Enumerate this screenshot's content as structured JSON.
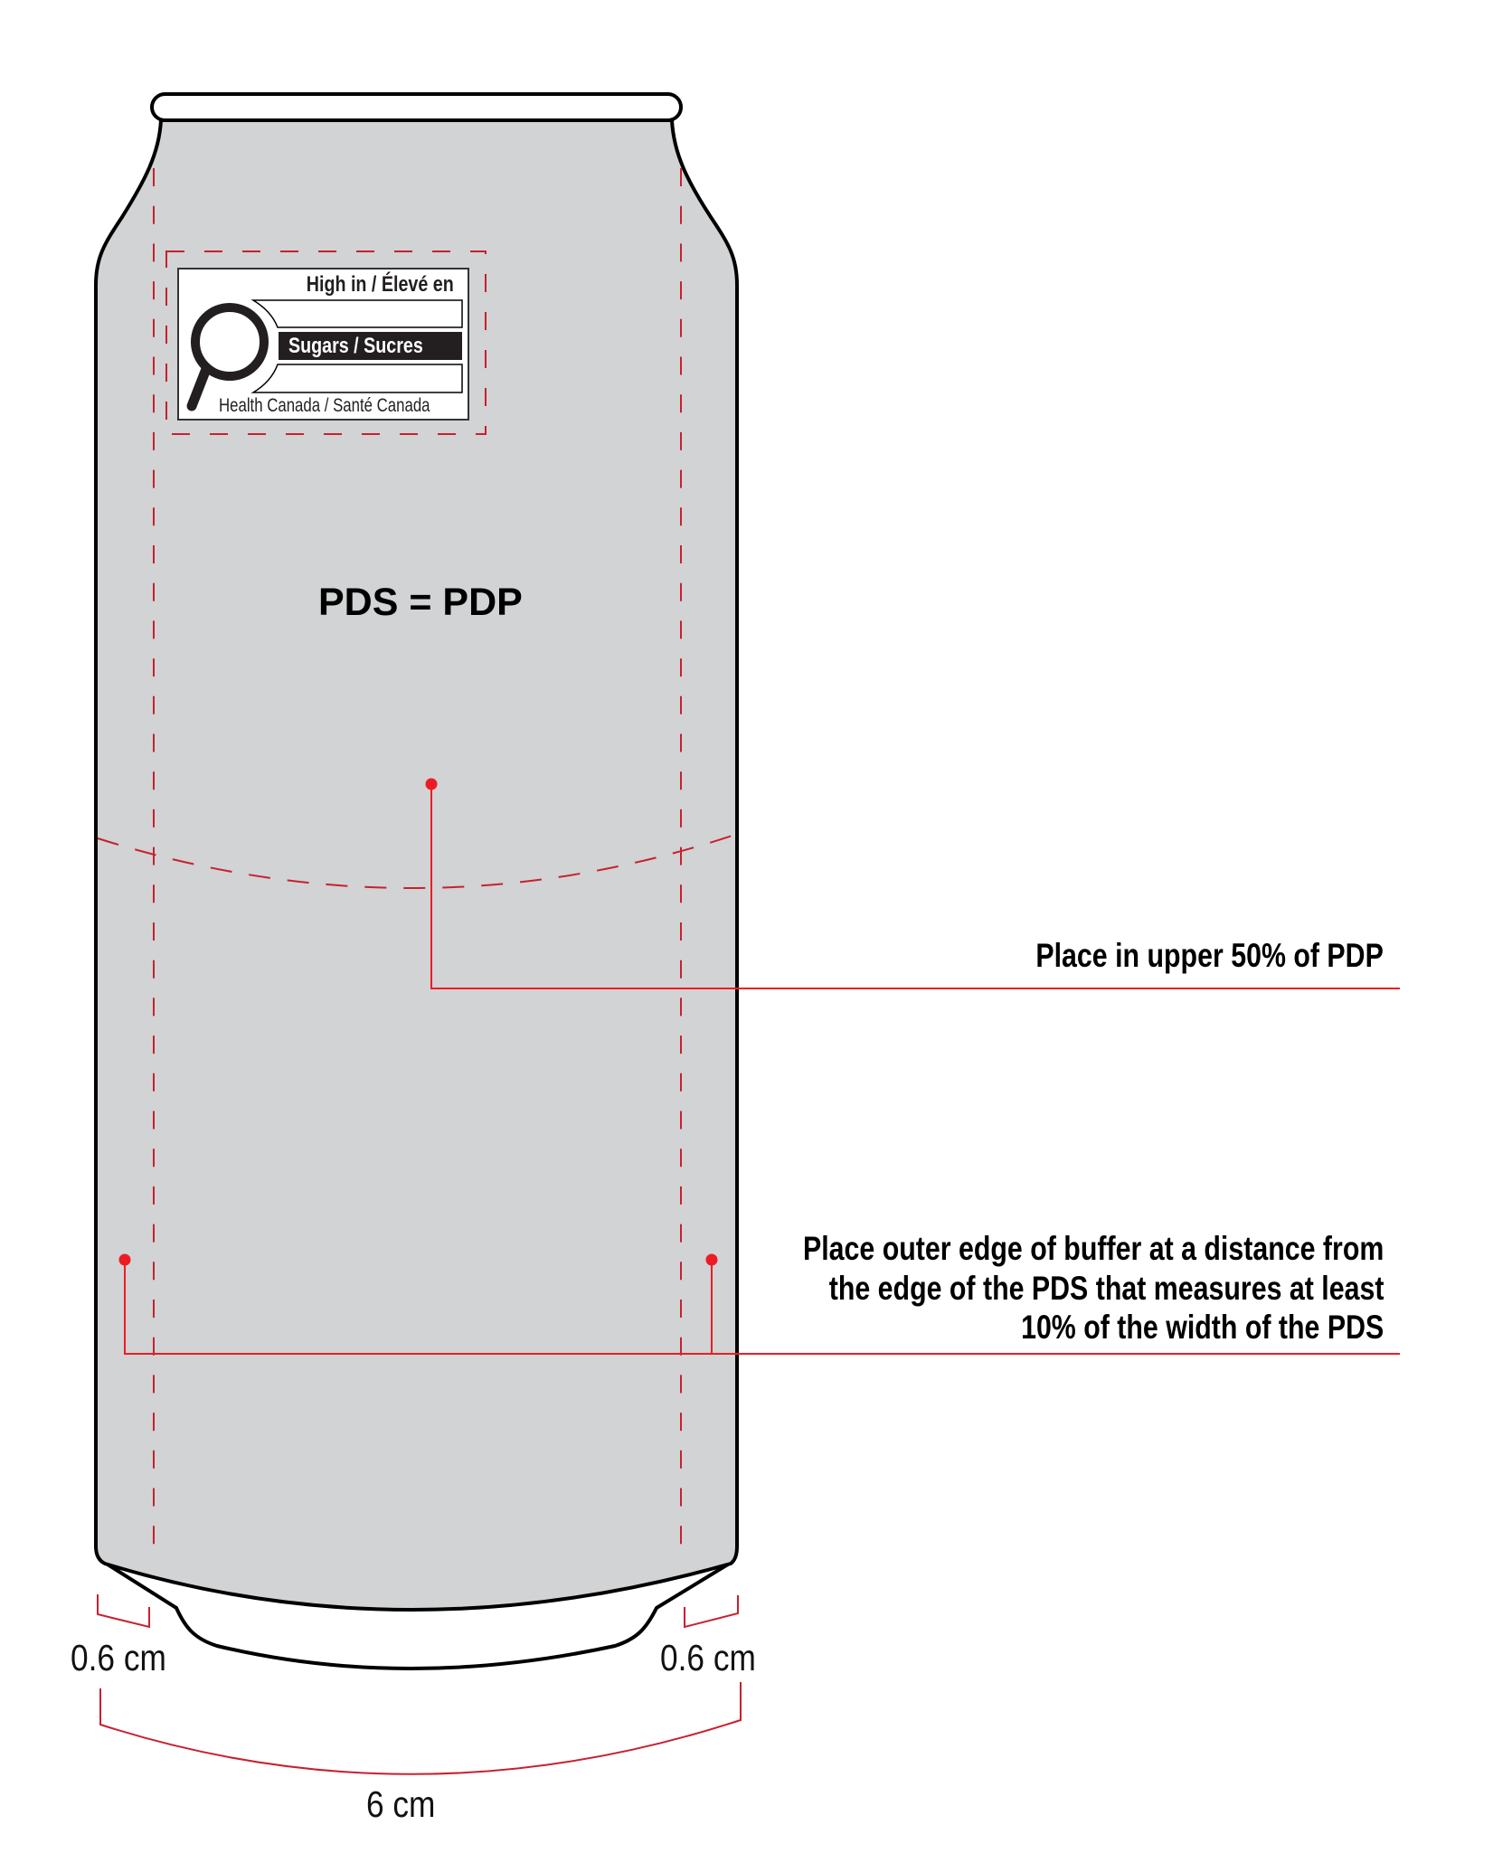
{
  "diagram": {
    "title": "PDS = PDP",
    "colors": {
      "can_fill": "#D1D3D4",
      "outline": "#000000",
      "guide_dash_red": "#C8202F",
      "leader_red": "#ED1C24",
      "label_bg": "#FFFFFF"
    },
    "front_of_pack_symbol": {
      "heading": "High in / Élevé en",
      "nutrient": "Sugars / Sucres",
      "footer": "Health Canada / Santé Canada",
      "icon": "magnifying-glass-icon"
    },
    "annotations": {
      "upper_placement": "Place in upper 50% of PDP",
      "buffer_lines": [
        "Place outer edge of buffer at a distance from",
        "the edge of the PDS that measures at least",
        "10% of the width of the PDS"
      ]
    },
    "dimensions": {
      "left_buffer": "0.6 cm",
      "right_buffer": "0.6 cm",
      "total_width": "6 cm"
    }
  }
}
